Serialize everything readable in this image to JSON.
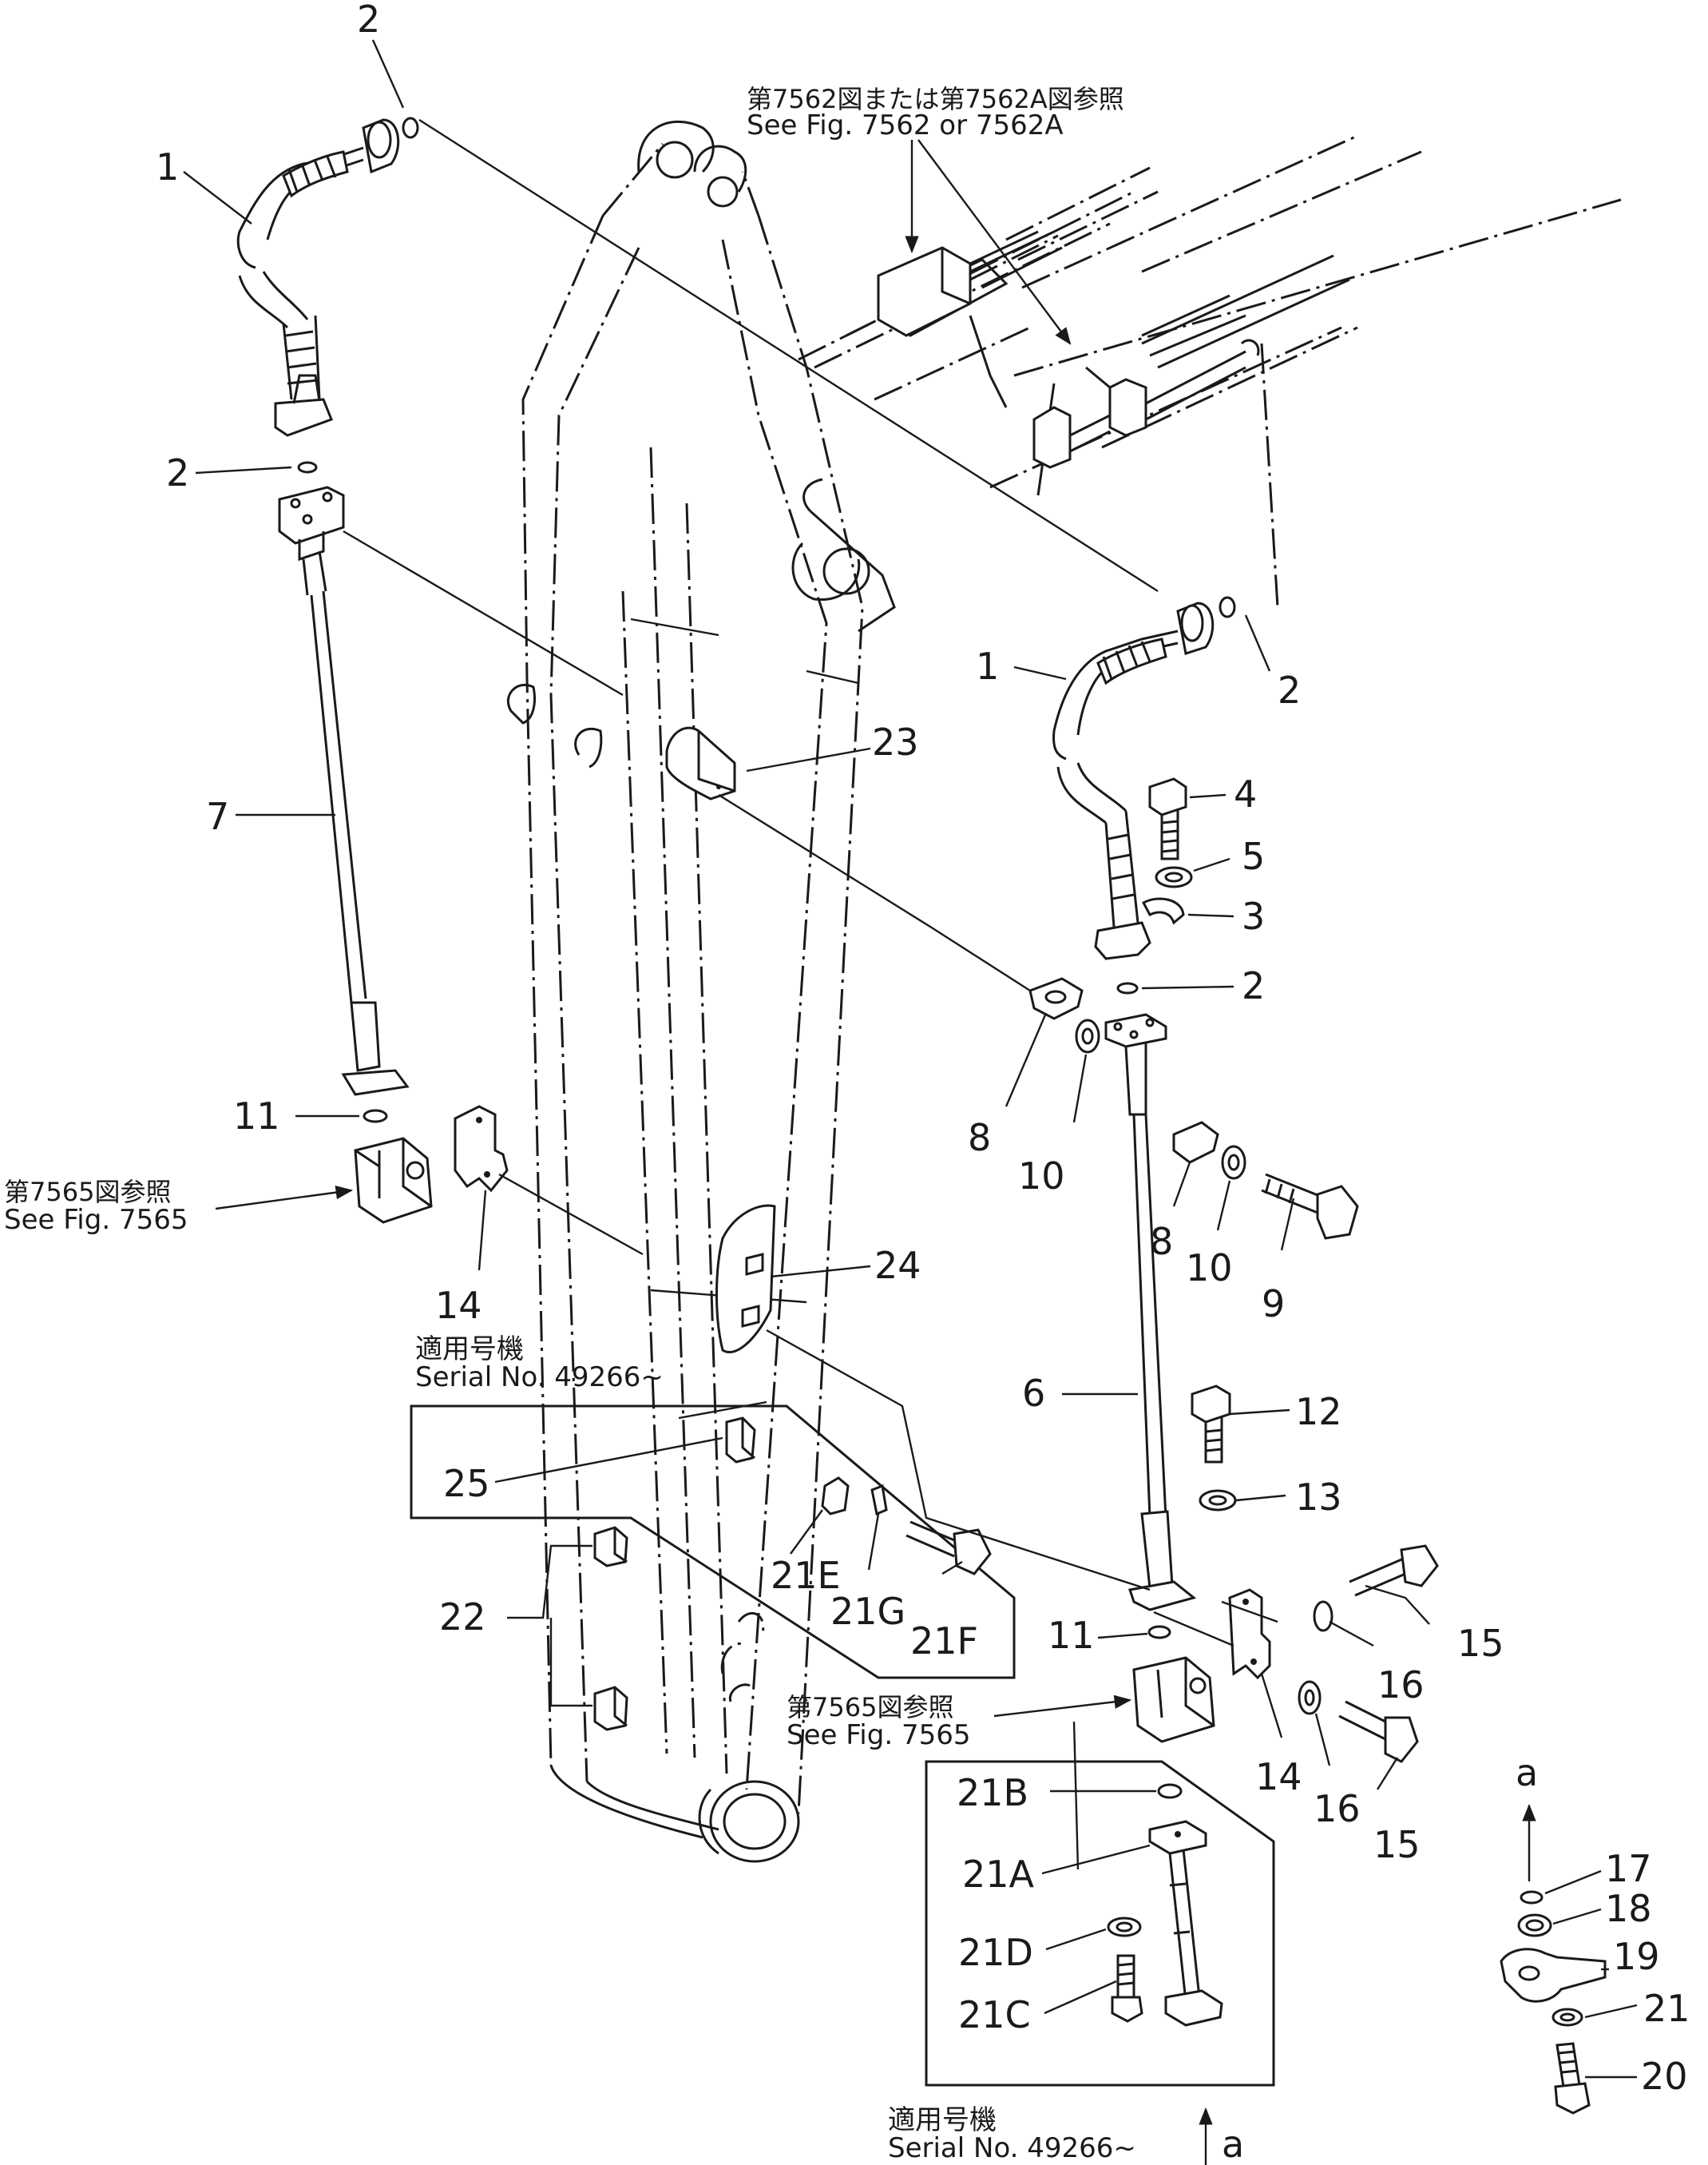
{
  "refs": {
    "top_jp": "第7562図または第7562A図参照",
    "top_en": "See Fig. 7562 or 7562A",
    "left_jp": "第7565図参照",
    "left_en": "See Fig. 7565",
    "mid_jp": "第7565図参照",
    "mid_en": "See Fig. 7565"
  },
  "serial": {
    "upper_jp": "適用号機",
    "upper_en": "Serial No. 49266~",
    "lower_jp": "適用号機",
    "lower_en": "Serial No. 49266~"
  },
  "view_marks": {
    "upper": "a",
    "lower": "a"
  },
  "callouts": {
    "c1a": "1",
    "c2a": "2",
    "c2b": "2",
    "c7": "7",
    "c11a": "11",
    "c14a": "14",
    "c23": "23",
    "c1b": "1",
    "c2c": "2",
    "c4": "4",
    "c5": "5",
    "c3": "3",
    "c2d": "2",
    "c8a": "8",
    "c10a": "10",
    "c8b": "8",
    "c10b": "10",
    "c9": "9",
    "c24": "24",
    "c6": "6",
    "c12": "12",
    "c13": "13",
    "c15a": "15",
    "c16a": "16",
    "c11b": "11",
    "c14b": "14",
    "c16b": "16",
    "c15b": "15",
    "c25": "25",
    "c21e": "21E",
    "c21g": "21G",
    "c21f": "21F",
    "c22": "22",
    "c21b": "21B",
    "c21a": "21A",
    "c21d": "21D",
    "c21c": "21C",
    "c17": "17",
    "c18": "18",
    "c19": "19",
    "c21": "21",
    "c20": "20"
  }
}
